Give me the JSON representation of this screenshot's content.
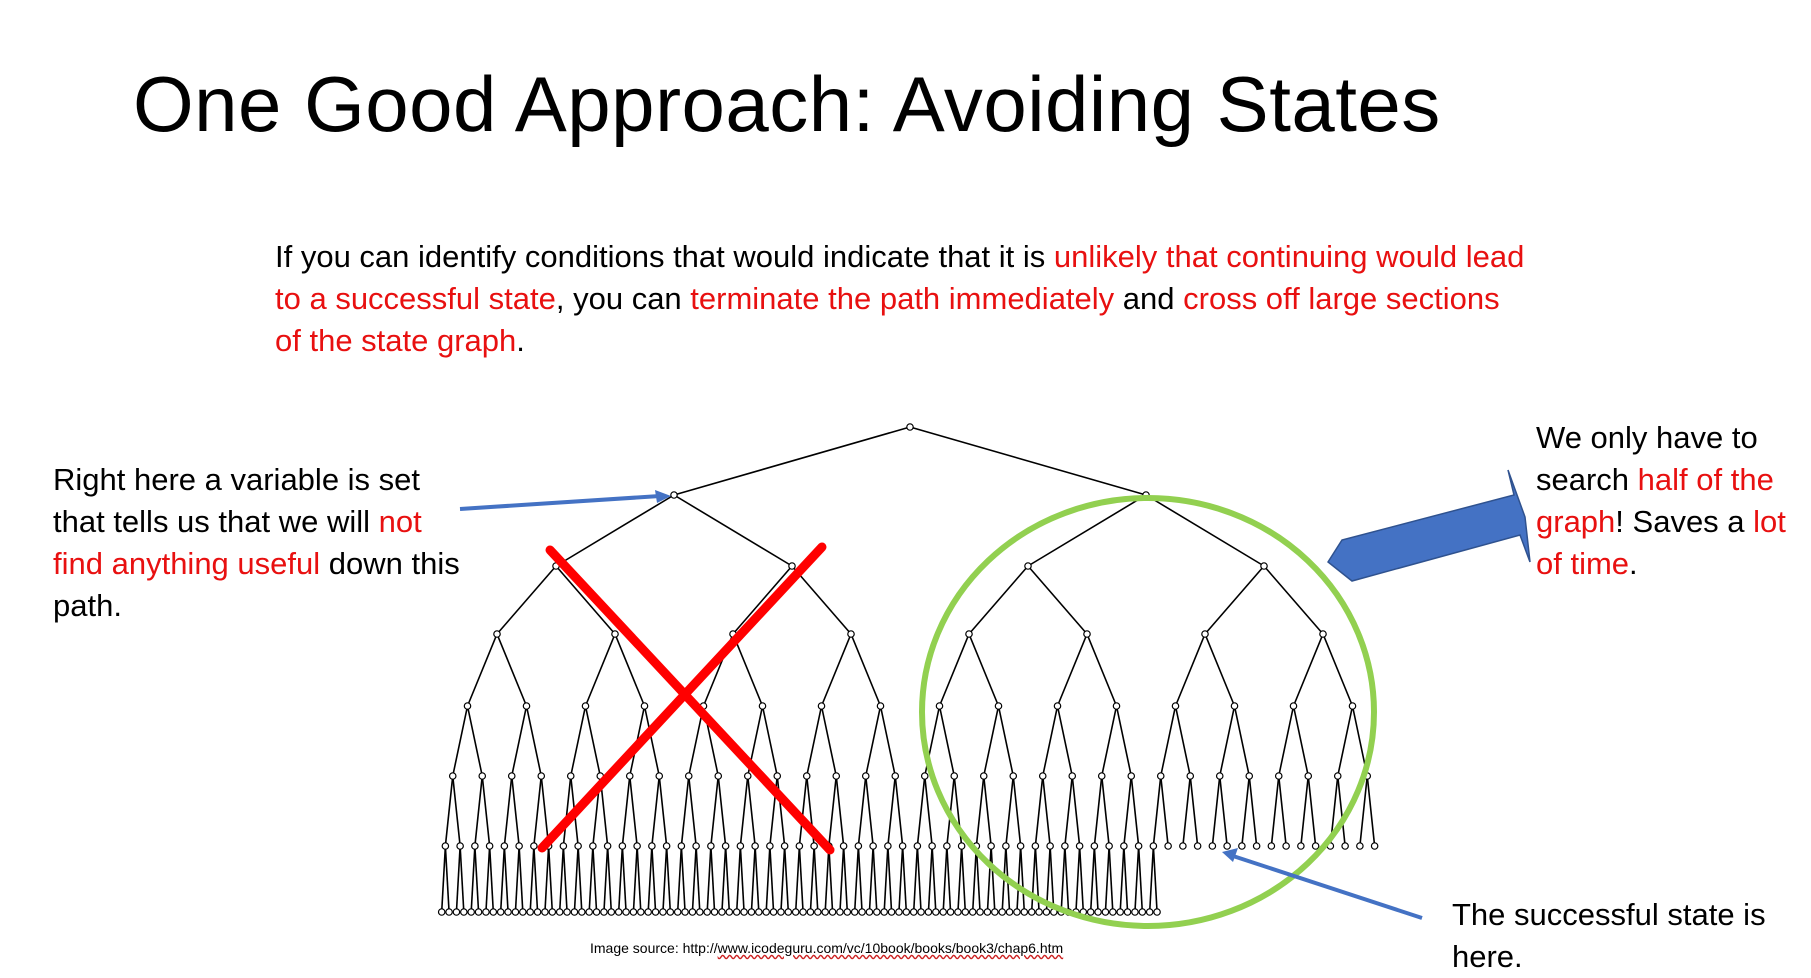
{
  "slide": {
    "title": "One Good Approach: Avoiding States",
    "intro": {
      "p1": "If you can identify conditions that would indicate that it is ",
      "r1": "unlikely that continuing would lead to a successful state",
      "p2": ", you can ",
      "r2": "terminate the path immediately",
      "p3": " and ",
      "r3": "cross off large sections of the state graph",
      "p4": "."
    },
    "left_note": {
      "p1": "Right here a variable is set that tells us that we will ",
      "r1": "not find anything useful",
      "p2": " down this path."
    },
    "right_note": {
      "p1": "We only have to search ",
      "r1": "half of the graph",
      "p2": "! Saves a ",
      "r2": "lot of time",
      "p3": "."
    },
    "bottom_note": "The successful state is here.",
    "caption": {
      "prefix": "Image source: http://",
      "link": "www.icodeguru.com/vc/10book/books/book3/chap6.htm"
    }
  },
  "colors": {
    "emphasis": "#e81010",
    "cross": "#ff0000",
    "circle": "#92d050",
    "arrow": "#4472c4",
    "tree": "#000000"
  },
  "icons": [
    "red-x-mark",
    "green-circle",
    "blue-block-arrow",
    "blue-line-arrow"
  ]
}
